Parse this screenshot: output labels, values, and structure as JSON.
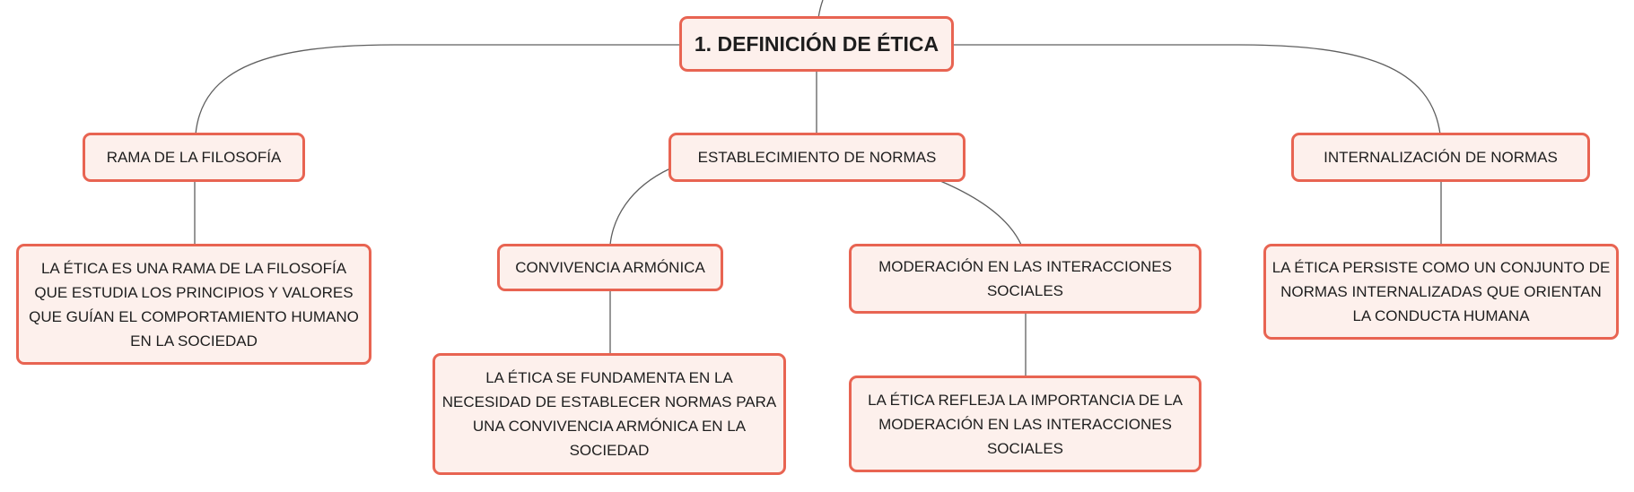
{
  "diagram": {
    "root": {
      "label": "1. DEFINICIÓN DE ÉTICA"
    },
    "branches": [
      {
        "label": "RAMA DE LA FILOSOFÍA",
        "children": [
          {
            "label": "LA ÉTICA ES UNA RAMA DE LA FILOSOFÍA QUE ESTUDIA LOS PRINCIPIOS Y VALORES QUE GUÍAN EL COMPORTAMIENTO HUMANO EN LA SOCIEDAD"
          }
        ]
      },
      {
        "label": "ESTABLECIMIENTO DE NORMAS",
        "children": [
          {
            "label": "CONVIVENCIA ARMÓNICA",
            "children": [
              {
                "label": "LA ÉTICA SE FUNDAMENTA EN LA NECESIDAD DE ESTABLECER NORMAS PARA UNA CONVIVENCIA ARMÓNICA EN LA SOCIEDAD"
              }
            ]
          },
          {
            "label": "MODERACIÓN EN LAS INTERACCIONES SOCIALES",
            "children": [
              {
                "label": "LA ÉTICA REFLEJA LA IMPORTANCIA DE LA MODERACIÓN EN LAS INTERACCIONES SOCIALES"
              }
            ]
          }
        ]
      },
      {
        "label": "INTERNALIZACIÓN DE NORMAS",
        "children": [
          {
            "label": "LA ÉTICA PERSISTE COMO UN CONJUNTO DE NORMAS INTERNALIZADAS QUE ORIENTAN LA CONDUCTA HUMANA"
          }
        ]
      }
    ]
  },
  "colors": {
    "node_fill": "#fdf0ec",
    "node_border": "#e86452",
    "connector": "#5f5f5f",
    "text": "#1e1e1e"
  }
}
